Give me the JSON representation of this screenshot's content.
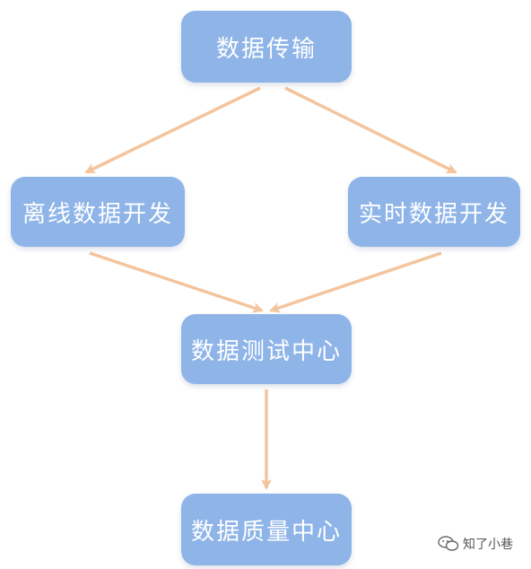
{
  "nodes": {
    "data_transfer": "数据传输",
    "offline_dev": "离线数据开发",
    "realtime_dev": "实时数据开发",
    "testing_center": "数据测试中心",
    "quality_center": "数据质量中心"
  },
  "colors": {
    "node_fill": "#8eb4e8",
    "arrow": "#f4c49d",
    "text": "#ffffff"
  },
  "watermark": {
    "icon": "wechat-icon",
    "text": "知了小巷"
  }
}
